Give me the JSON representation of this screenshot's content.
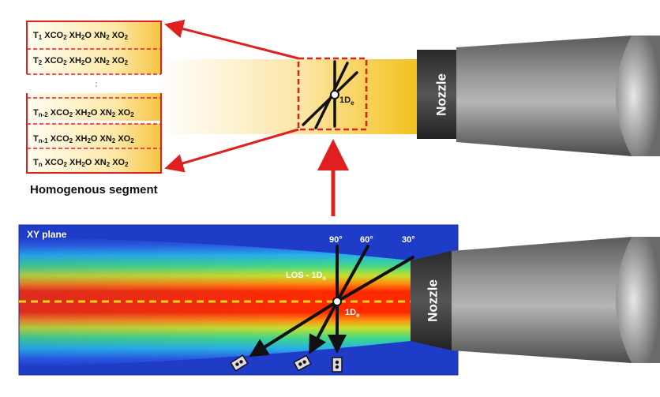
{
  "segments": [
    {
      "prefix": "T",
      "sub": "1",
      "gap": ""
    },
    {
      "prefix": "T",
      "sub": "2",
      "gap": ""
    },
    {
      "prefix": "T",
      "sub": "n-2",
      "gap": ""
    },
    {
      "prefix": "T",
      "sub": "n-1",
      "gap": ""
    },
    {
      "prefix": "T",
      "sub": "n",
      "gap": "   "
    }
  ],
  "species": {
    "xco2": "XCO",
    "xh2o_a": "XH",
    "xh2o_b": "O",
    "xn2": "XN",
    "xo2": "XO",
    "two": "2"
  },
  "ellipsis": ":",
  "homogenous_title": "Homogenous segment",
  "xy_plane_label": "XY plane",
  "nozzle_label_top": "Nozzle",
  "nozzle_label_bottom": "Nozzle",
  "angles": {
    "a90": "90°",
    "a60": "60°",
    "a30": "30°"
  },
  "los_label": "LOS - 1D",
  "los_sub": "e",
  "d_label": "1D",
  "d_sub": "e",
  "d_label_bottom": "1D",
  "d_sub_bottom": "e",
  "colors": {
    "red_arrow": "#e0201e",
    "dash": "#e0201e",
    "flame_yellow": "#f5c518",
    "field_blue": "#1e3cc8",
    "field_red": "#ff1a00",
    "nozzle_dark": "#3a3a3a"
  }
}
